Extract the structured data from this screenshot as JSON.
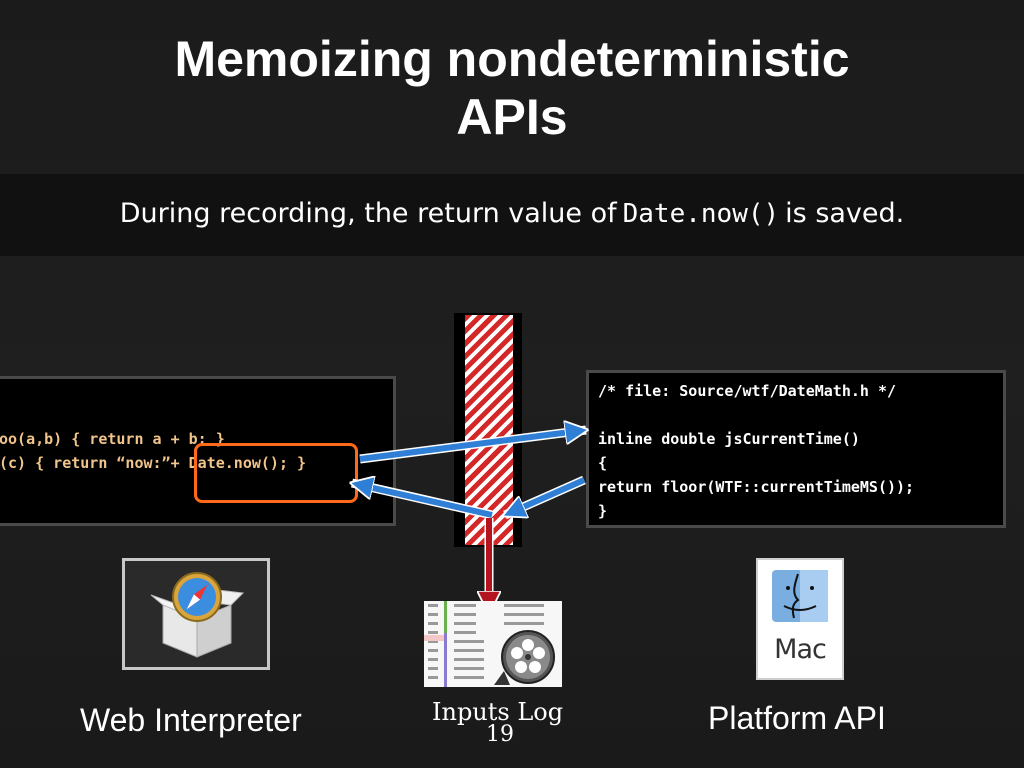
{
  "title": "Memoizing nondeterministic\nAPIs",
  "subtitle": {
    "pre": "During recording, the return value of",
    "code": "Date.now()",
    "post": "is saved."
  },
  "code_left": {
    "lines": [
      "",
      "",
      "oo(a,b) { return a + b; }",
      "(c) { return “now:”+ Date.now(); }"
    ]
  },
  "code_right": {
    "lines": [
      "/* file: Source/wtf/DateMath.h */",
      "",
      "inline double jsCurrentTime()",
      "{",
      "return floor(WTF::currentTimeMS());",
      "}"
    ]
  },
  "labels": {
    "web_interpreter": "Web Interpreter",
    "inputs_log": "Inputs Log",
    "platform_api": "Platform API"
  },
  "mac_icon_text": "Mac",
  "page_number": "19",
  "colors": {
    "highlight": "#ff6a1a",
    "arrow_blue": "#2f7fd6",
    "arrow_red": "#b3141e",
    "code_left_text": "#f0c48a"
  },
  "icons": [
    "safari-package-icon",
    "mac-finder-icon",
    "film-reel-icon"
  ]
}
